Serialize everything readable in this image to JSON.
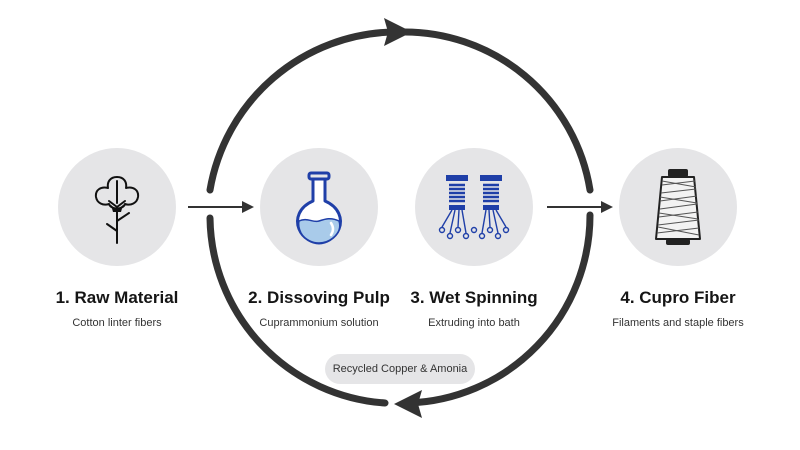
{
  "steps": [
    {
      "title": "1. Raw Material",
      "subtitle": "Cotton linter fibers",
      "icon": "cotton-flower-icon"
    },
    {
      "title": "2. Dissoving Pulp",
      "subtitle": "Cuprammonium solution",
      "icon": "flask-icon"
    },
    {
      "title": "3. Wet Spinning",
      "subtitle": "Extruding into bath",
      "icon": "spinneret-icon"
    },
    {
      "title": "4. Cupro Fiber",
      "subtitle": "Filaments and staple fibers",
      "icon": "yarn-spool-icon"
    }
  ],
  "recycle_label": "Recycled Copper & Amonia",
  "colors": {
    "arrow": "#333333",
    "circle": "#e5e5e7",
    "accent_blue": "#1f3fa8",
    "liquid": "#a9cbea"
  }
}
